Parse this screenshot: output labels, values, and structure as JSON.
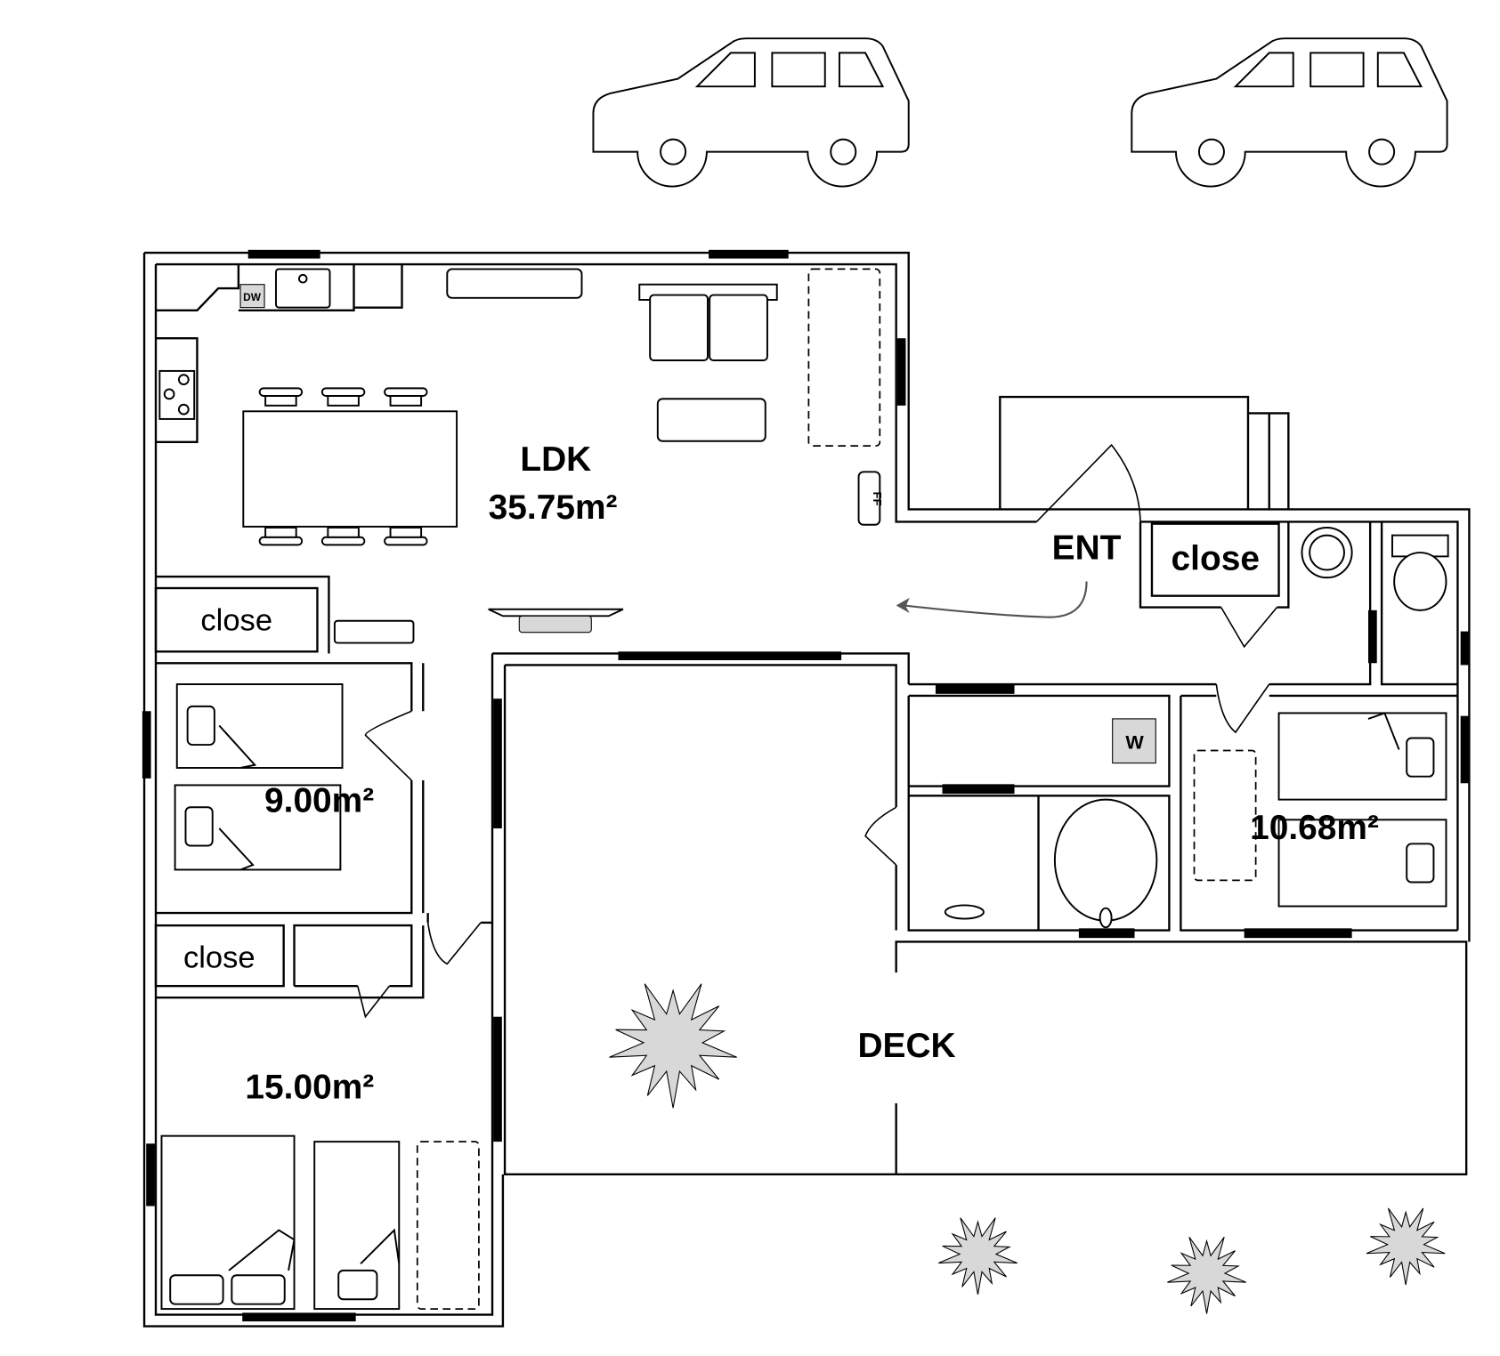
{
  "rooms": {
    "ldk": {
      "name": "LDK",
      "area": "35.75m²"
    },
    "entrance": {
      "name": "ENT"
    },
    "bedroom_1": {
      "area": "9.00m²"
    },
    "bedroom_2": {
      "area": "10.68m²"
    },
    "bedroom_3": {
      "area": "15.00m²"
    },
    "deck": {
      "name": "DECK"
    }
  },
  "closets": [
    "close",
    "close",
    "close"
  ],
  "appliances": {
    "dishwasher": "DW",
    "washer": "W",
    "fridge": "FF"
  },
  "colors": {
    "line": "#000000",
    "fill_gray": "#d8d8d8",
    "background": "#ffffff"
  }
}
